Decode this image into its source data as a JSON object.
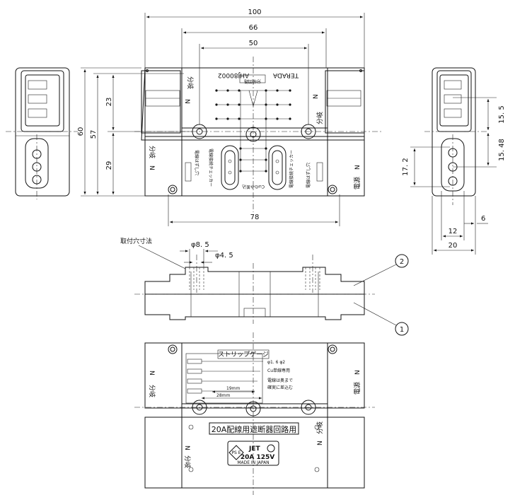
{
  "dimensions": {
    "w100": "100",
    "w66": "66",
    "w50": "50",
    "h60": "60",
    "h57": "57",
    "h23": "23",
    "h29": "29",
    "w78": "78",
    "d8_5": "φ8. 5",
    "d4_5": "φ4. 5",
    "r15_5": "15. 5",
    "r15_48": "15. 48",
    "r17_2": "17. 2",
    "r12": "12",
    "r6": "6",
    "r20": "20"
  },
  "labels": {
    "mounting_hole_dims": "取付穴寸法",
    "callout_1": "1",
    "callout_2": "2",
    "model": "AHJ80002",
    "maker": "TERADA",
    "badge": "分岐回路",
    "branch": "分岐",
    "power": "電源",
    "N": "N",
    "release_check_left": "電線はずし穴",
    "check_left": "電線接続チェッカー",
    "cu_insert": "Cuのみ差込",
    "check_right": "電線接続チェッカー",
    "release_right": "電線はずし穴",
    "strip_gauge": "ストリップゲージ",
    "wire_size": "φ1. 6  φ2",
    "cu_single": "Cu単線専用",
    "insert_note_1": "電線は奥まで",
    "insert_note_2": "確実に差込む",
    "g19": "19mm",
    "g28": "28mm",
    "rating_title": "20A配線用遮断器回路用",
    "jet": "JET",
    "pse": "PS E",
    "rating": "20A 125V",
    "made_in": "MADE IN JAPAN"
  }
}
